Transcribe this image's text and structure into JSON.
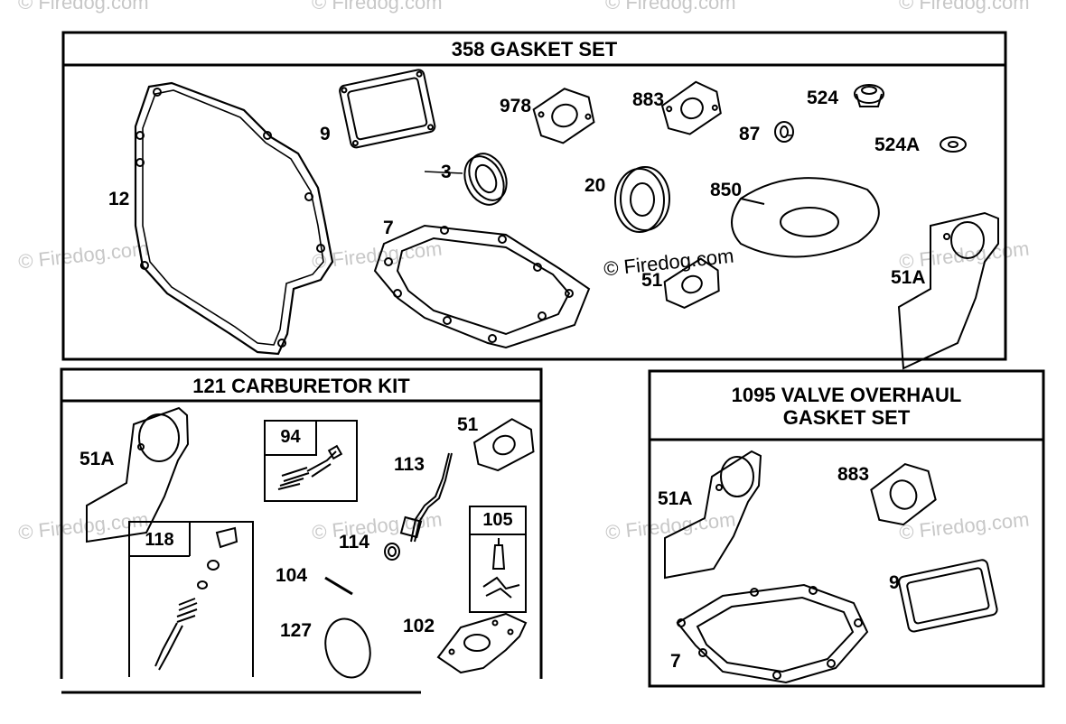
{
  "sections": {
    "gasket_set": {
      "title": "358 GASKET SET"
    },
    "carburetor_kit": {
      "title": "121 CARBURETOR KIT"
    },
    "valve_overhaul": {
      "title_line1": "1095 VALVE OVERHAUL",
      "title_line2": "GASKET SET"
    }
  },
  "watermark": "© Firedog.com",
  "gasket_set_parts": {
    "p12": "12",
    "p9": "9",
    "p978": "978",
    "p883": "883",
    "p87": "87",
    "p524": "524",
    "p524A": "524A",
    "p3": "3",
    "p20": "20",
    "p850": "850",
    "p7": "7",
    "p51": "51",
    "p51A": "51A"
  },
  "carb_parts": {
    "p51A": "51A",
    "p94": "94",
    "p51": "51",
    "p113": "113",
    "p118": "118",
    "p114": "114",
    "p105": "105",
    "p104": "104",
    "p127": "127",
    "p102": "102"
  },
  "valve_parts": {
    "p51A": "51A",
    "p883": "883",
    "p9": "9",
    "p7": "7"
  }
}
